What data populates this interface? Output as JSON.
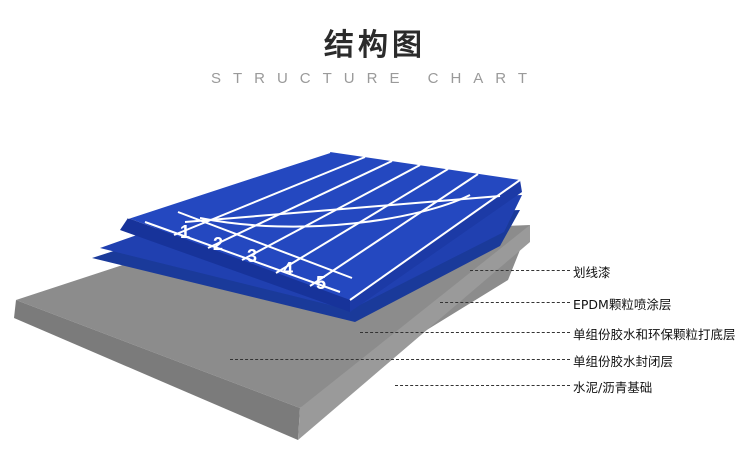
{
  "header": {
    "title": "结构图",
    "subtitle": "STRUCTURE CHART"
  },
  "track": {
    "lane_numbers": [
      "1",
      "2",
      "3",
      "4",
      "5"
    ]
  },
  "layers": [
    {
      "label": "划线漆"
    },
    {
      "label": "EPDM颗粒喷涂层"
    },
    {
      "label": "单组份胶水和环保颗粒打底层"
    },
    {
      "label": "单组份胶水封闭层"
    },
    {
      "label": "水泥/沥青基础"
    }
  ],
  "colors": {
    "track_blue": "#1f3fae",
    "track_blue_dark": "#16308a",
    "concrete": "#8a8a8a",
    "concrete_dark": "#6e6e6e",
    "line_white": "#ffffff"
  }
}
